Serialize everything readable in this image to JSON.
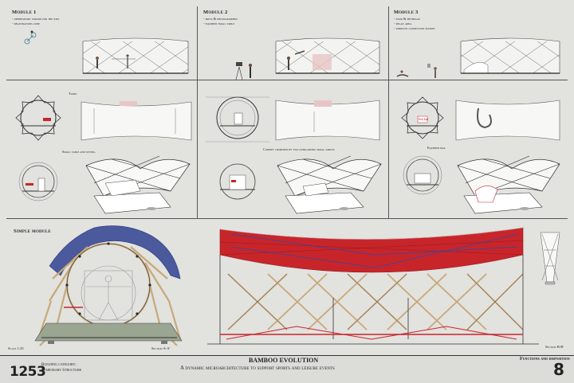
{
  "modules": [
    {
      "title": "Module 1",
      "items": [
        "- observatory station for the jury",
        "- registrations zone"
      ],
      "note1": "Table",
      "note2": "Small table and sitting"
    },
    {
      "title": "Module 2",
      "items": [
        "- press & photographers",
        "- equipped small table"
      ],
      "note1": "Cabinet composed by two overlapping small tables"
    },
    {
      "title": "Module 3",
      "items": [
        "- food & beverage",
        "- relax area",
        "- wireless connection station"
      ],
      "note1": "Equipped bar"
    }
  ],
  "simple_module": {
    "title": "Simple module",
    "scale": "Scale 1:25",
    "section": "Section A-A'"
  },
  "section_b": "Section B-B'",
  "footer": {
    "number": "1253",
    "category_label": "Building category:",
    "category_value": "Temporary Structure",
    "title": "BAMBOO EVOLUTION",
    "subtitle": "A dynamic microarchitecture to support sports and leisure events",
    "section_title": "Functions and disposition",
    "page": "8"
  },
  "colors": {
    "membrane_red": "#c8252a",
    "membrane_blue": "#4a5a9c",
    "bamboo": "#c8a878",
    "line": "#333333"
  }
}
